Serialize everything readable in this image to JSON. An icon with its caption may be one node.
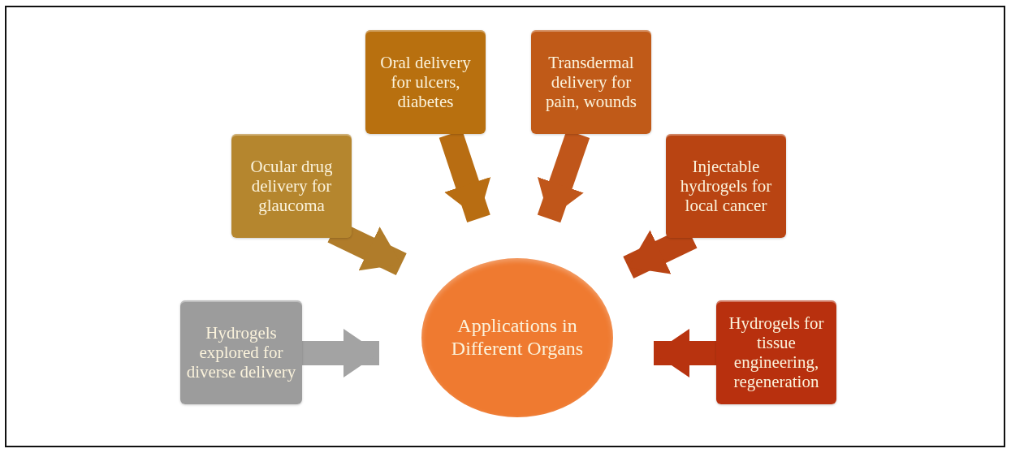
{
  "diagram": {
    "nodes": [
      {
        "text": [
          "Applications in Different Organs"
        ]
      },
      {
        "text": [
          "Hydrogels explored for diverse delivery"
        ]
      },
      {
        "text": [
          "Ocular drug delivery for glaucoma"
        ]
      },
      {
        "text": [
          "Oral delivery for ulcers, diabetes"
        ]
      },
      {
        "text": [
          "Transdermal delivery for pain, wounds"
        ]
      },
      {
        "text": [
          "Injectable hydrogels for local cancer"
        ]
      },
      {
        "text": [
          "Hydrogels for tissue engineering, regeneration"
        ]
      }
    ],
    "edges": [
      {
        "from": 1,
        "to": 0,
        "arrow": "to",
        "color": "#a3a3a3"
      },
      {
        "from": 2,
        "to": 0,
        "arrow": "to",
        "color": "#b07c2a"
      },
      {
        "from": 3,
        "to": 0,
        "arrow": "to",
        "color": "#b86d12"
      },
      {
        "from": 4,
        "to": 0,
        "arrow": "to",
        "color": "#c0561a"
      },
      {
        "from": 5,
        "to": 0,
        "arrow": "to",
        "color": "#b94414"
      },
      {
        "from": 6,
        "to": 0,
        "arrow": "to",
        "color": "#b8330f"
      }
    ]
  }
}
